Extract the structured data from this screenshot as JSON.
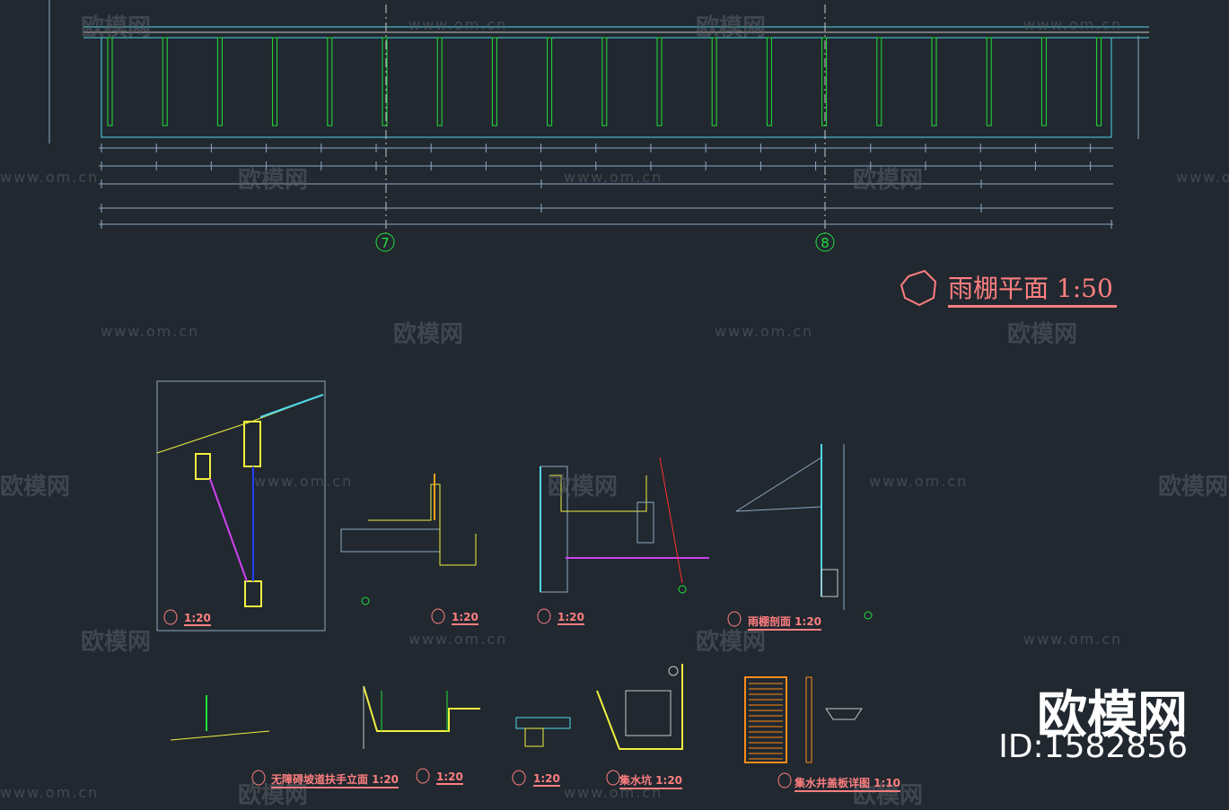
{
  "watermark": {
    "brand": "欧模网",
    "url": "www.om.cn",
    "id": "ID:1582856"
  },
  "plan": {
    "title": "雨棚平面 1:50",
    "axes": [
      "7",
      "8"
    ]
  },
  "details": [
    {
      "label": "1:20"
    },
    {
      "label": "1:20"
    },
    {
      "label": "1:20"
    },
    {
      "label": "雨棚剖面 1:20"
    },
    {
      "label": "无障碍坡道扶手立面 1:20"
    },
    {
      "label": "1:20"
    },
    {
      "label": "1:20"
    },
    {
      "label": "集水坑 1:20"
    },
    {
      "label": "集水井盖板详图 1:10"
    }
  ],
  "colors": {
    "background": "#212830",
    "cyan": "#4fd8e8",
    "green": "#22e03a",
    "yellow": "#f0f040",
    "magenta": "#d040f0",
    "red": "#ff7f7f",
    "orange": "#ff8c1a"
  }
}
